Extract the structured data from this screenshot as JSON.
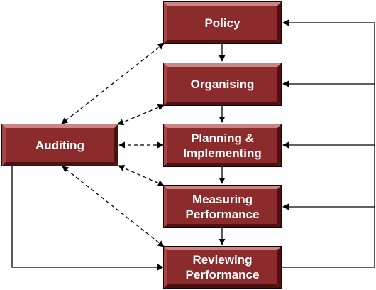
{
  "colors": {
    "box_face": "#8B2B2B",
    "box_light": "#C98686",
    "box_mid": "#A14545",
    "box_dark": "#4E1010",
    "box_border": "#1a0000",
    "connector": "#000000",
    "label": "#ffffff"
  },
  "nodes": {
    "policy": "Policy",
    "organising": "Organising",
    "planning": "Planning &\nImplementing",
    "measuring": "Measuring\nPerformance",
    "reviewing": "Reviewing\nPerformance",
    "auditing": "Auditing"
  }
}
